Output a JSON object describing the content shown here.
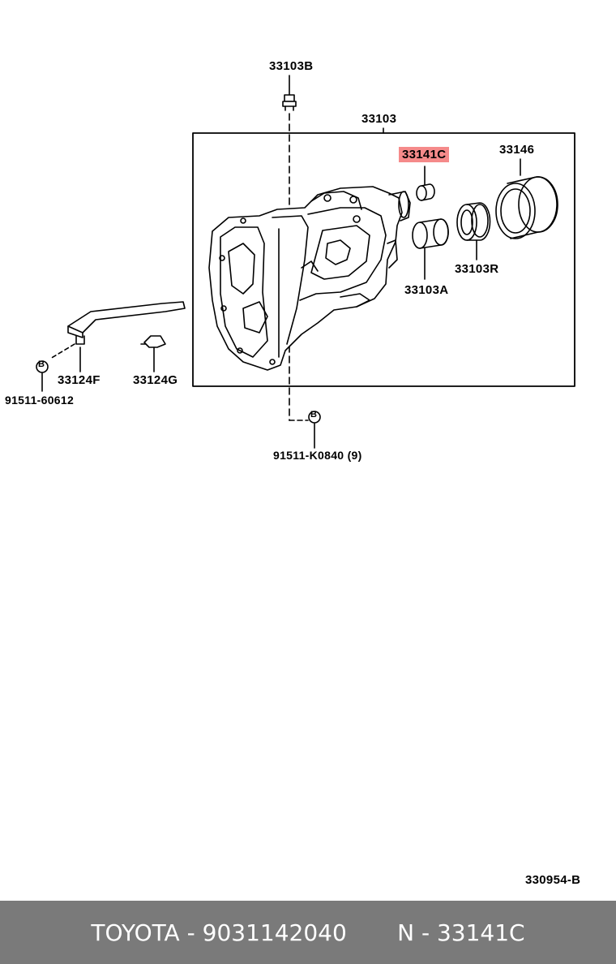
{
  "labels": {
    "l_33103B": "33103B",
    "l_33103": "33103",
    "l_33141C": "33141C",
    "l_33146": "33146",
    "l_33103R": "33103R",
    "l_33103A": "33103A",
    "l_33124F": "33124F",
    "l_33124G": "33124G",
    "l_bolt1": "91511-60612",
    "l_bolt2": "91511-K0840 (9)",
    "l_ref": "330954-B"
  },
  "markers": {
    "b1": "B",
    "b2": "B"
  },
  "highlight_color": "#f58a8a",
  "footer": {
    "brand": "TOYOTA",
    "sep1": " - ",
    "part_number": "9031142040",
    "gap": "       ",
    "ref_prefix": "N",
    "sep2": " - ",
    "ref_code": "33141C"
  }
}
